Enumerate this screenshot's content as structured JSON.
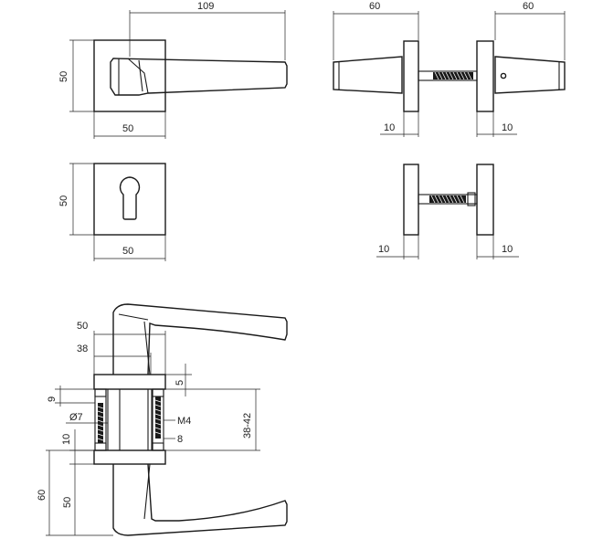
{
  "labels": {
    "top_handle_length": "109",
    "top_handle_height": "50",
    "top_handle_width": "50",
    "rose_height": "50",
    "rose_width": "50",
    "side_left_width": "60",
    "side_right_width": "60",
    "side_left_rose": "10",
    "side_right_rose": "10",
    "lower_left_rose": "10",
    "lower_right_rose": "10",
    "front_rose": "50",
    "front_neck": "38",
    "front_top_5": "5",
    "front_left_9": "9",
    "front_bore": "Ø7",
    "front_screw": "M4",
    "front_8": "8",
    "front_door": "38-42",
    "front_10": "10",
    "front_60": "60",
    "front_50": "50"
  }
}
